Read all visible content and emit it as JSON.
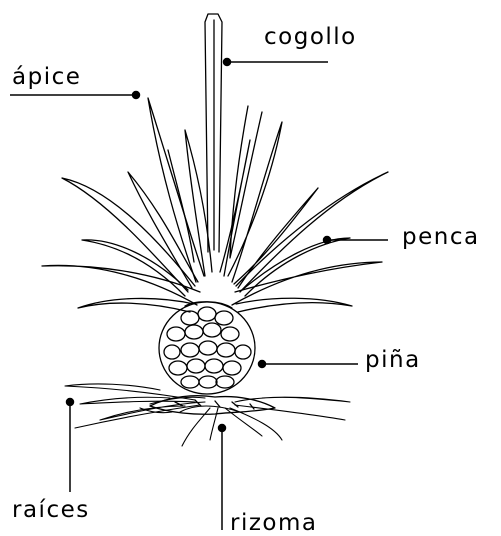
{
  "labels": {
    "cogollo": "cogollo",
    "apice": "ápice",
    "penca": "penca",
    "pina": "piña",
    "raices": "raíces",
    "rizoma": "rizoma"
  },
  "colors": {
    "ink": "#000000",
    "background": "#ffffff"
  }
}
